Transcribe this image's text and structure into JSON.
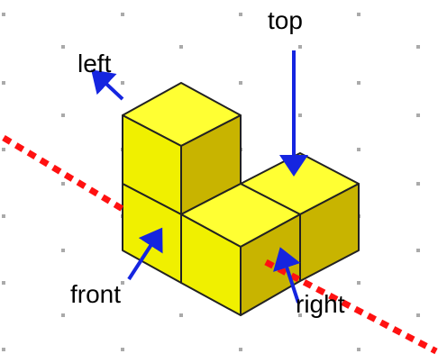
{
  "labels": {
    "top": "top",
    "left": "left",
    "front": "front",
    "right": "right"
  },
  "colors": {
    "background": "#ffffff",
    "dot": "#aaaaaa",
    "cube_top": "#ffff33",
    "cube_front": "#f0f000",
    "cube_right": "#c8b400",
    "cube_edge": "#222222",
    "arrow": "#1525e0",
    "cut_line": "#ff1111",
    "label_text": "#000000"
  }
}
